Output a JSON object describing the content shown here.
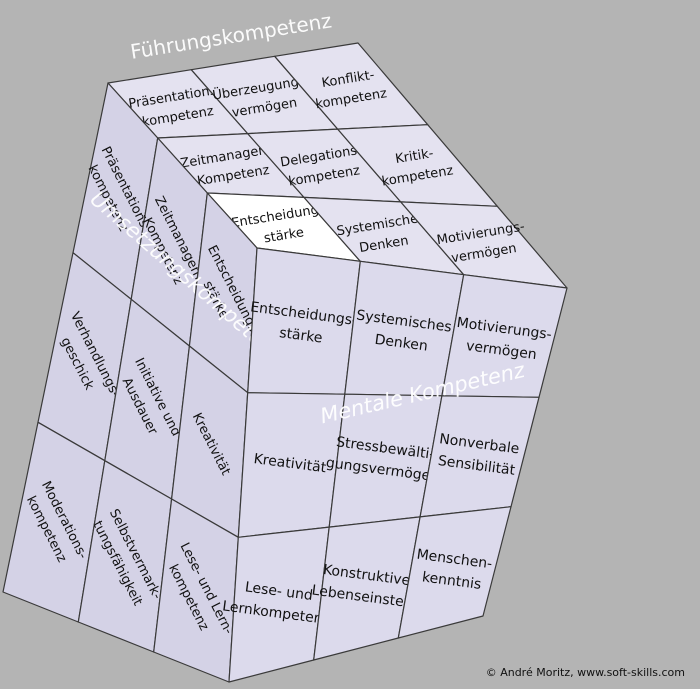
{
  "faces": {
    "top": {
      "title": "Führungskompetenz",
      "cells": [
        {
          "lines": [
            "Präsentations-",
            "kompetenz"
          ],
          "highlight": false
        },
        {
          "lines": [
            "Überzeugungs-",
            "vermögen"
          ],
          "highlight": false
        },
        {
          "lines": [
            "Konflikt-",
            "kompetenz"
          ],
          "highlight": false
        },
        {
          "lines": [
            "Zeitmanagem.",
            "-Kompetenz"
          ],
          "highlight": false
        },
        {
          "lines": [
            "Delegations-",
            "kompetenz"
          ],
          "highlight": false
        },
        {
          "lines": [
            "Kritik-",
            "kompetenz"
          ],
          "highlight": false
        },
        {
          "lines": [
            "Entscheidungs-",
            "stärke"
          ],
          "highlight": true
        },
        {
          "lines": [
            "Systemisches",
            "Denken"
          ],
          "highlight": false
        },
        {
          "lines": [
            "Motivierungs-",
            "vermögen"
          ],
          "highlight": false
        }
      ]
    },
    "left": {
      "title": "Umsetzungskompetenz",
      "cells": [
        {
          "lines": [
            "Präsentations-",
            "kompetenz"
          ]
        },
        {
          "lines": [
            "Zeitmanagem.",
            "-Kompetenz"
          ]
        },
        {
          "lines": [
            "Entscheidungs-",
            "stärke"
          ]
        },
        {
          "lines": [
            "Verhandlungs-",
            "geschick"
          ]
        },
        {
          "lines": [
            "Initiative und",
            "Ausdauer"
          ]
        },
        {
          "lines": [
            "Kreativität"
          ]
        },
        {
          "lines": [
            "Moderations-",
            "kompetenz"
          ]
        },
        {
          "lines": [
            "Selbstvermark-",
            "tungsfähigkeit"
          ]
        },
        {
          "lines": [
            "Lese- und Lern-",
            "kompetenz"
          ]
        }
      ]
    },
    "front": {
      "title": "Mentale Kompetenz",
      "cells": [
        {
          "lines": [
            "Entscheidungs-",
            "stärke"
          ]
        },
        {
          "lines": [
            "Systemisches",
            "Denken"
          ]
        },
        {
          "lines": [
            "Motivierungs-",
            "vermögen"
          ]
        },
        {
          "lines": [
            "Kreativität"
          ]
        },
        {
          "lines": [
            "Stressbewälti-",
            "gungsvermögen"
          ]
        },
        {
          "lines": [
            "Nonverbale",
            "Sensibilität"
          ]
        },
        {
          "lines": [
            "Lese- und",
            "Lernkompetenz"
          ]
        },
        {
          "lines": [
            "Konstruktive",
            "Lebenseinstell."
          ]
        },
        {
          "lines": [
            "Menschen-",
            "kenntnis"
          ]
        }
      ]
    }
  },
  "credit": "© André Moritz, www.soft-skills.com",
  "colors": {
    "background": "#b4b4b4",
    "top_face": "#e4e2f0",
    "left_face": "#d4d2e6",
    "front_face": "#dcdaec",
    "highlight": "#ffffff",
    "edge": "#3a3a3a"
  }
}
